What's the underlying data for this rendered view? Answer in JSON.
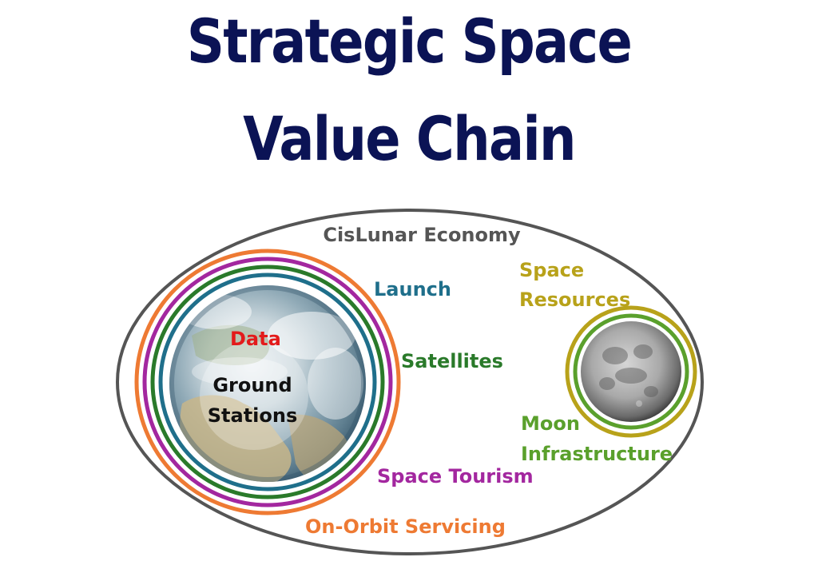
{
  "title": {
    "line1": "Strategic Space",
    "line2": "Value Chain"
  },
  "labels": {
    "cislunar": "CisLunar Economy",
    "launch": "Launch",
    "space_resources_1": "Space",
    "space_resources_2": "Resources",
    "data": "Data",
    "satellites": "Satellites",
    "ground_1": "Ground",
    "ground_2": "Stations",
    "moon_1": "Moon",
    "moon_2": "Infrastructure",
    "space_tourism": "Space Tourism",
    "on_orbit": "On-Orbit Servicing"
  },
  "colors": {
    "title": "#0b1355",
    "cislunar": "#555555",
    "launch": "#1f6f8b",
    "space_resources": "#b8a21a",
    "data": "#e31b1b",
    "satellites": "#2a7a2a",
    "ground": "#111111",
    "moon_infra": "#5aa02c",
    "space_tourism": "#a3279f",
    "on_orbit": "#ee7a33",
    "outer_ellipse": "#555555"
  }
}
